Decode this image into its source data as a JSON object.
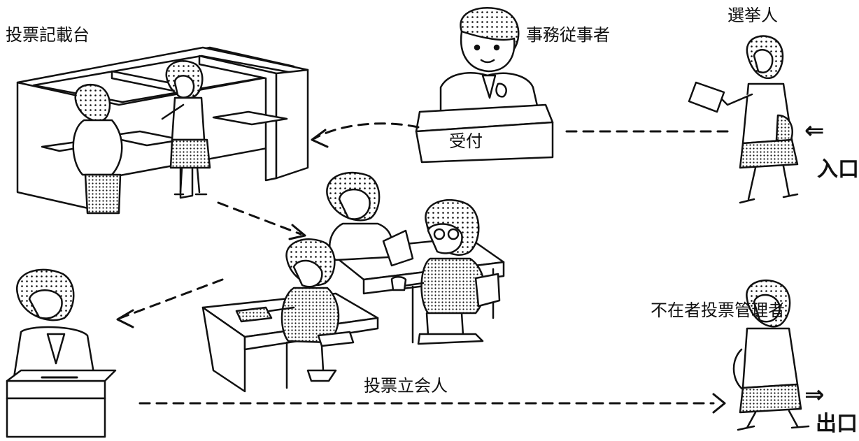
{
  "labels": {
    "booth": "投票記載台",
    "clerk": "事務従事者",
    "voter": "選挙人",
    "reception": "受付",
    "entrance": "入口",
    "manager": "不在者投票管理者",
    "witness": "投票立会人",
    "exit": "出口"
  },
  "arrows": {
    "entrance": "⇐",
    "exit": "⇒"
  },
  "colors": {
    "line": "#111111",
    "fill": "#ffffff",
    "dot": "#111111"
  }
}
